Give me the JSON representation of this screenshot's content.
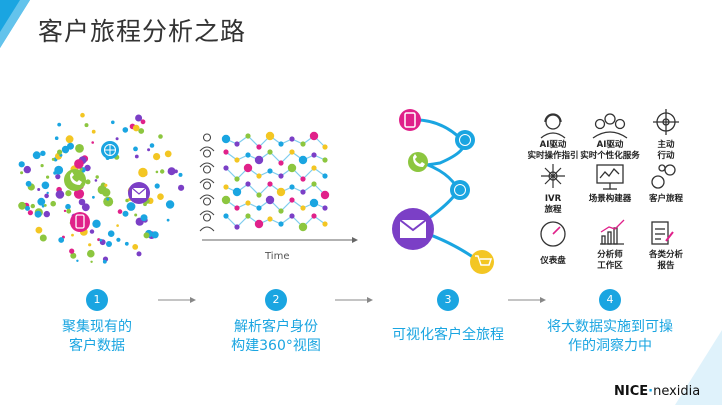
{
  "title": "客户旅程分析之路",
  "steps": [
    {
      "num": "1",
      "line1": "聚集现有的",
      "line2": "客户数据"
    },
    {
      "num": "2",
      "line1": "解析客户身份",
      "line2": "构建360°视图"
    },
    {
      "num": "3",
      "line1": "可视化客户全旅程",
      "line2": ""
    },
    {
      "num": "4",
      "line1": "将大数据实施到可操",
      "line2": "作的洞察力中"
    }
  ],
  "time_label": "Time",
  "features": [
    {
      "l1": "AI驱动",
      "l2": "实时操作指引"
    },
    {
      "l1": "AI驱动",
      "l2": "实时个性化服务"
    },
    {
      "l1": "主动",
      "l2": "行动"
    },
    {
      "l1": "IVR",
      "l2": "旅程"
    },
    {
      "l1": "场景构建器",
      "l2": ""
    },
    {
      "l1": "客户旅程",
      "l2": ""
    },
    {
      "l1": "仪表盘",
      "l2": ""
    },
    {
      "l1": "分析师",
      "l2": "工作区"
    },
    {
      "l1": "各类分析",
      "l2": "报告"
    }
  ],
  "brand": {
    "part1": "NICE",
    "dot": "·",
    "part2": "nexidia"
  },
  "colors": {
    "accent": "#1aa5e1",
    "purple": "#7b3fc6",
    "green": "#8cc63f",
    "magenta": "#e0218a",
    "yellow": "#f3c623"
  },
  "icons": [
    "phone-icon",
    "email-icon",
    "globe-icon",
    "mobile-icon",
    "cart-icon",
    "person-icon",
    "dashboard-icon",
    "chart-icon",
    "report-icon",
    "network-icon",
    "headset-icon",
    "target-icon"
  ]
}
